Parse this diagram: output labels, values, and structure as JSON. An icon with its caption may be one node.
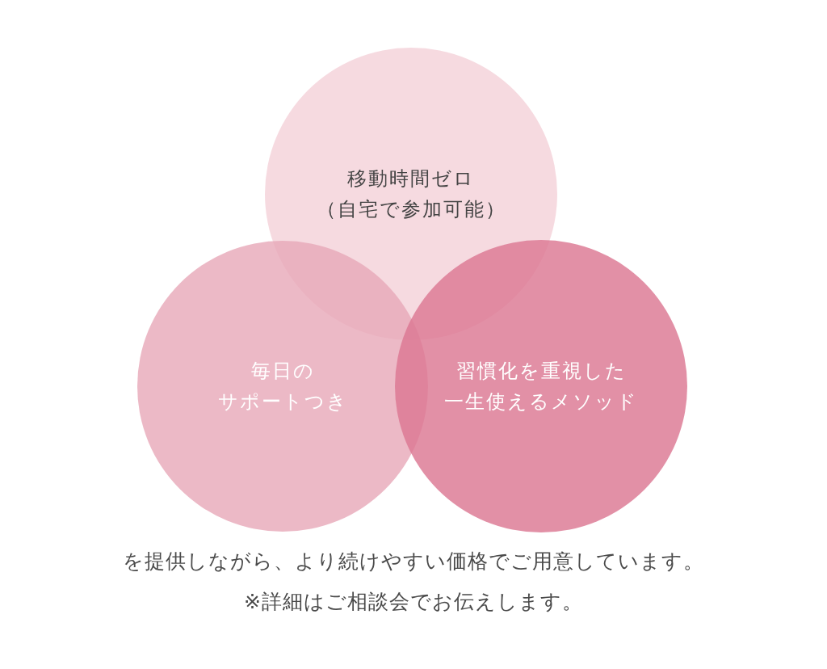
{
  "diagram": {
    "nodes": [
      {
        "text": [
          "移動時間ゼロ",
          "（自宅で参加可能）"
        ]
      },
      {
        "text": [
          "毎日の",
          "サポートつき"
        ]
      },
      {
        "text": [
          "習慣化を重視した",
          "一生使えるメソッド"
        ]
      }
    ],
    "labels": [
      "を提供しながら、より続けやすい価格でご用意しています。",
      "※詳細はご相談会でお伝えします。"
    ]
  }
}
